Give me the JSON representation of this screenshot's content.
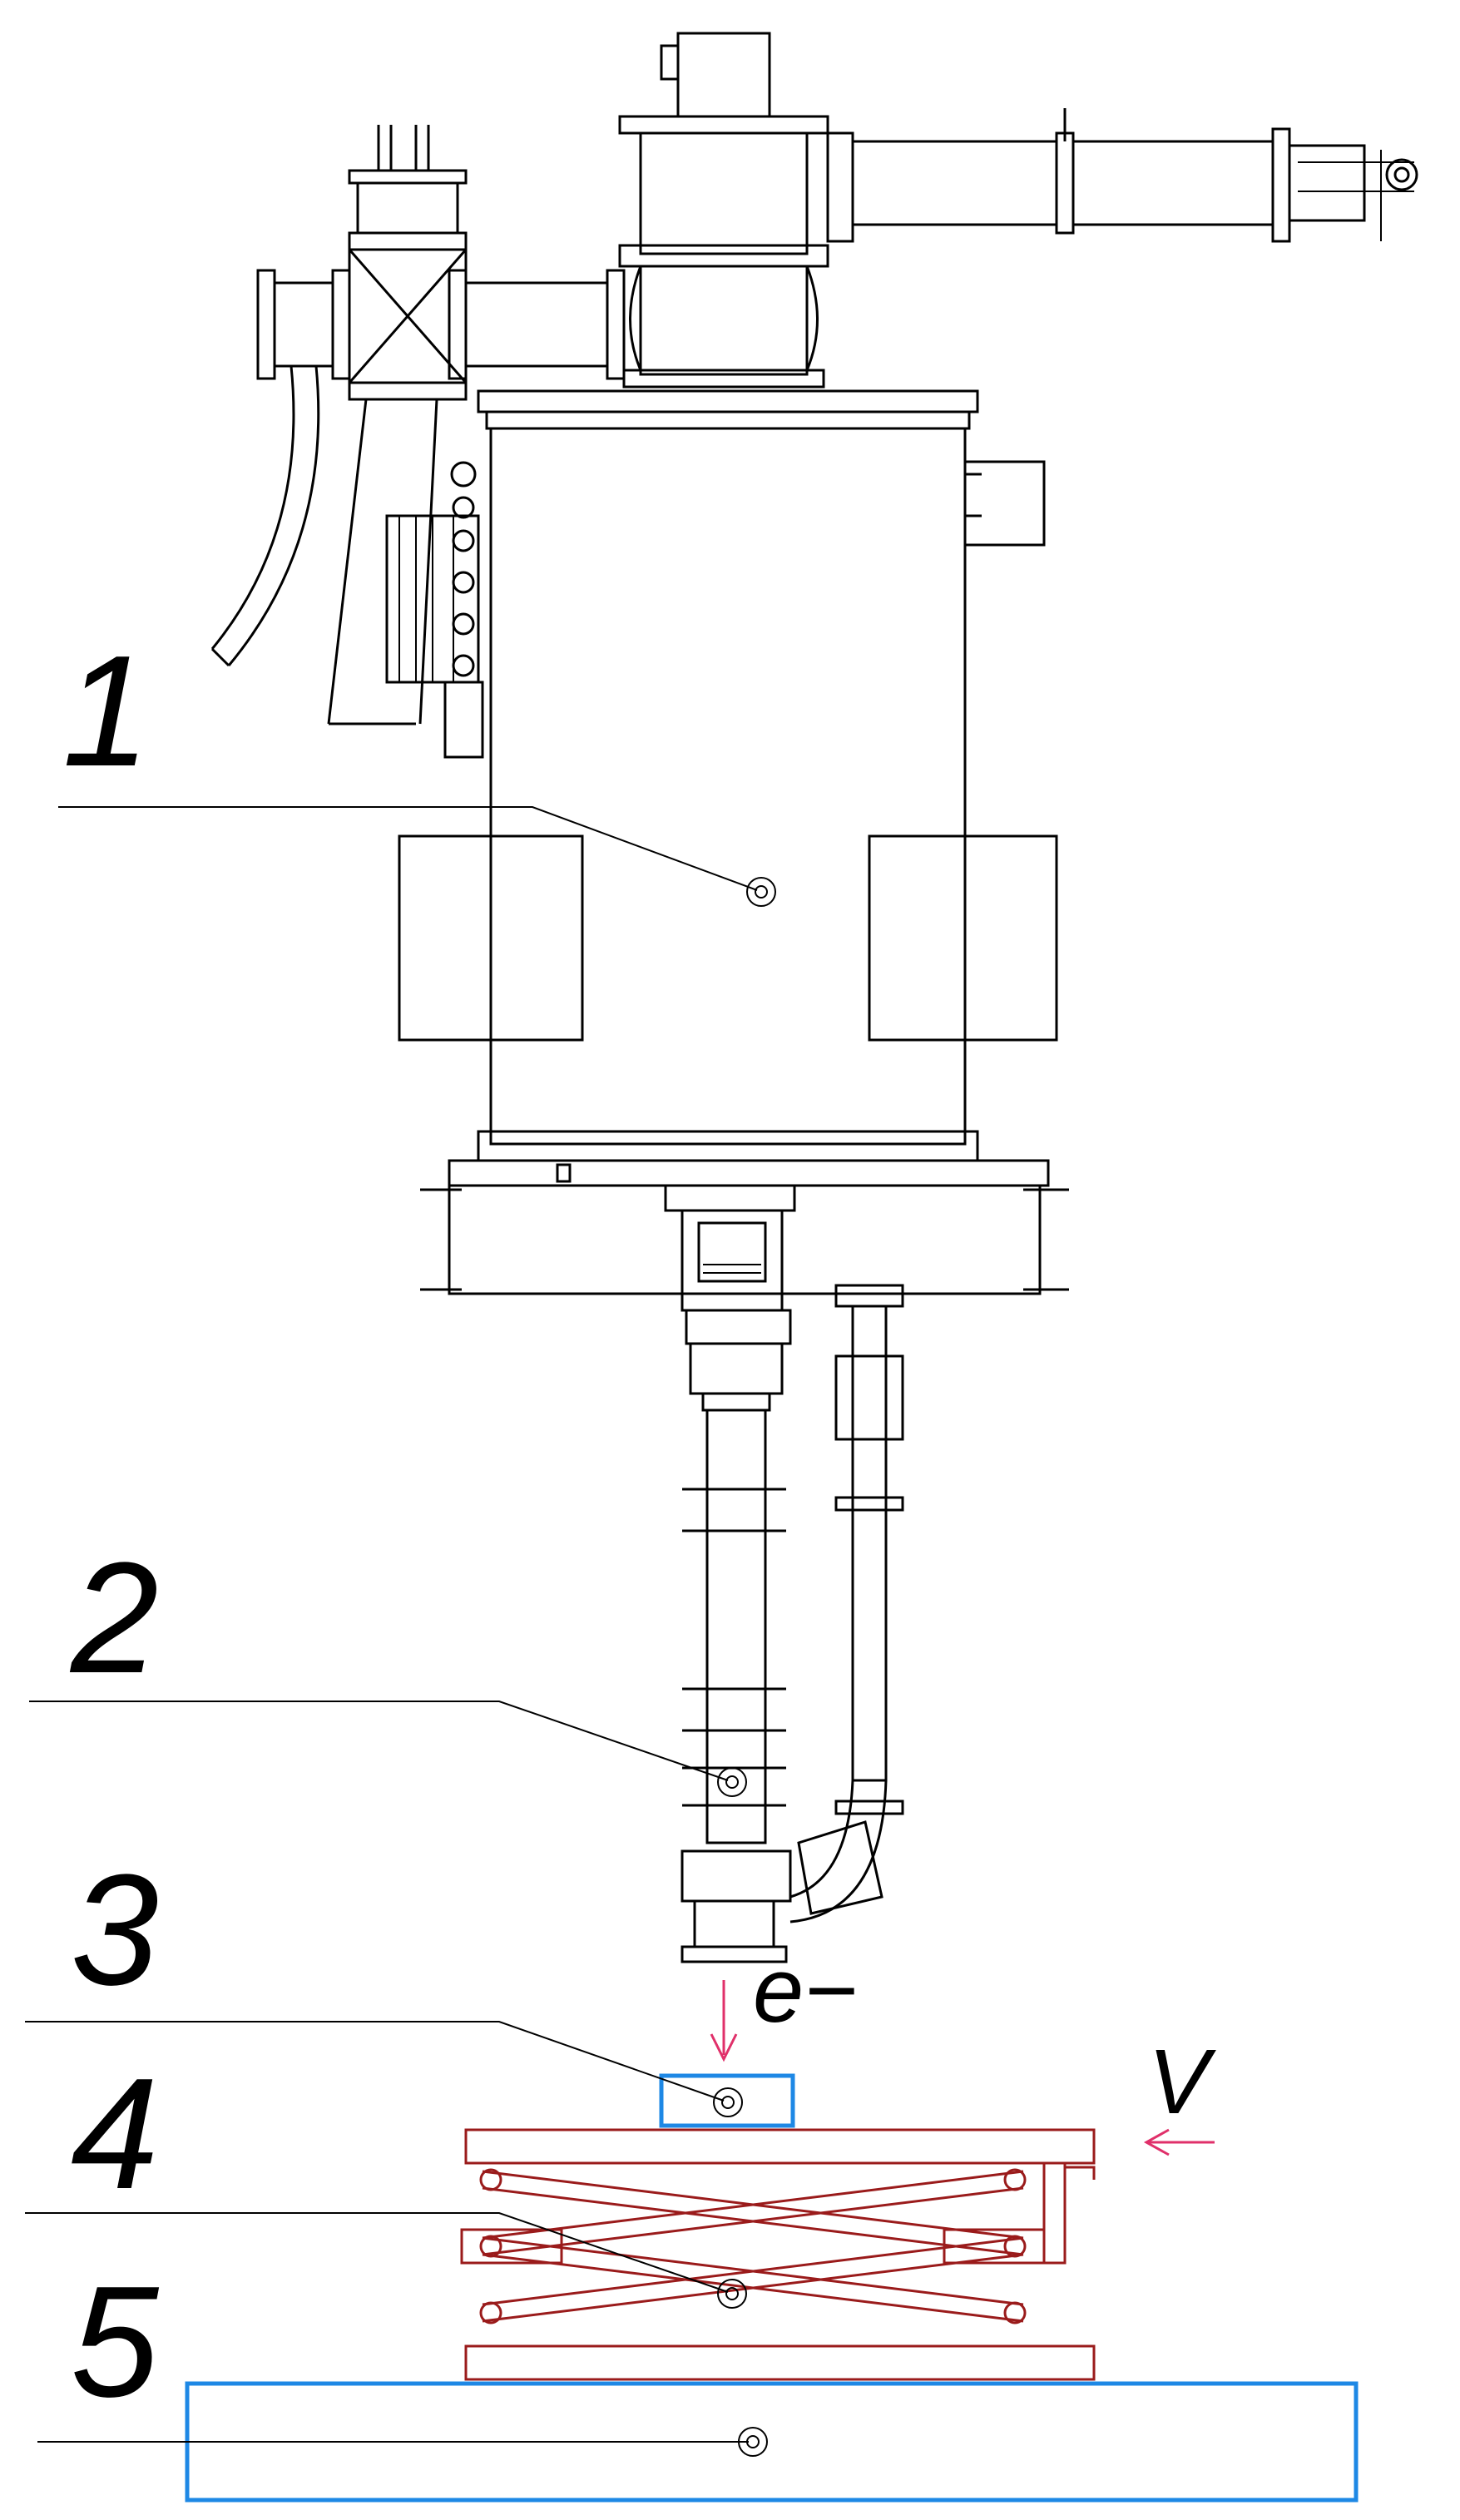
{
  "callouts": [
    {
      "number": "1"
    },
    {
      "number": "2"
    },
    {
      "number": "3"
    },
    {
      "number": "4"
    },
    {
      "number": "5"
    }
  ],
  "labels": {
    "electron_beam": "e−",
    "velocity": "V"
  },
  "colors": {
    "line": "#000000",
    "lift_table": "#9a1b1b",
    "highlight_boxes": "#1e88e5",
    "arrows": "#e0306a"
  }
}
